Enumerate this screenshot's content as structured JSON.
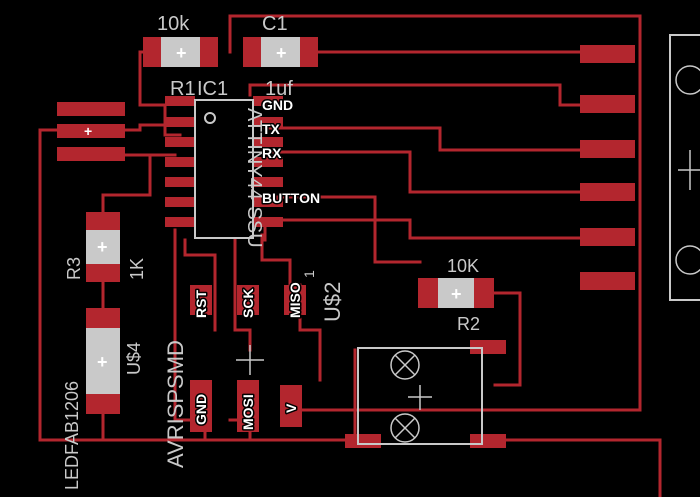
{
  "components": {
    "resistor_10k": {
      "value": "10k",
      "name": "R1"
    },
    "capacitor": {
      "name": "C1",
      "value": "1uf"
    },
    "ic": {
      "name": "IC1",
      "value": "ATTINY44-SSU"
    },
    "r3": {
      "name": "R3",
      "value": "1K"
    },
    "r2": {
      "name": "R2",
      "value": "10K"
    },
    "led": {
      "name": "U$4",
      "value": "LEDFAB1206"
    },
    "isp": {
      "name": "AVRISPSMD"
    },
    "button": {
      "name": "U$2",
      "pin_number": "1"
    }
  },
  "ftdi_labels": [
    "GND",
    "TX",
    "RX",
    "BUTTON"
  ],
  "isp_pins": [
    "RST",
    "SCK",
    "MISO",
    "GND",
    "MOSI",
    "V"
  ],
  "colors": {
    "background": "#000000",
    "copper": "#b3262e",
    "silkscreen": "#c9c9c9",
    "labels": "#ffffff"
  }
}
